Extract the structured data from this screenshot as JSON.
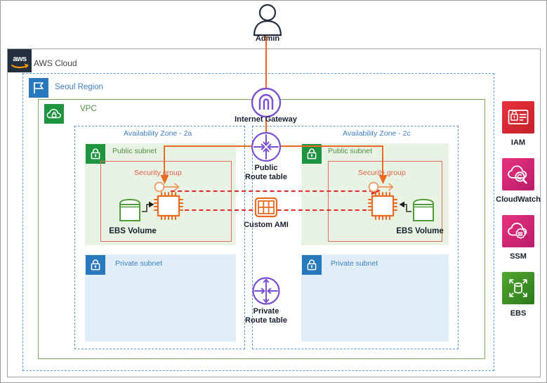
{
  "diagram": {
    "title": "AWS Cloud",
    "actor": {
      "label": "Admin",
      "icon": "user-icon"
    },
    "cloud": {
      "label": "AWS Cloud",
      "logo": "aws-logo"
    },
    "region": {
      "label": "Seoul Region",
      "icon": "region-flag-icon",
      "color": "#3f7fbf"
    },
    "vpc": {
      "label": "VPC",
      "icon": "vpc-cloud-lock-icon",
      "color": "#4f8f3f"
    },
    "gateway": {
      "label": "Internet Gateway",
      "icon": "internet-gateway-icon",
      "color": "#7b4fd4"
    },
    "public_route_table": {
      "label_line1": "Public",
      "label_line2": "Route table",
      "icon": "route-table-icon",
      "color": "#7b4fd4"
    },
    "private_route_table": {
      "label_line1": "Private",
      "label_line2": "Route table",
      "icon": "route-table-icon",
      "color": "#7b4fd4"
    },
    "custom_ami": {
      "label": "Custom AMI",
      "icon": "ami-icon",
      "color": "#ea6a21"
    },
    "availability_zones": [
      {
        "label": "Availability Zone - 2a",
        "public_subnet": {
          "label": "Public subnet",
          "icon": "public-subnet-lock-icon"
        },
        "private_subnet": {
          "label": "Private subnet",
          "icon": "private-subnet-lock-icon"
        },
        "security_group": {
          "label": "Security group",
          "color": "#e0604a"
        },
        "instance": {
          "icon": "ec2-instance-icon"
        },
        "volume": {
          "label": "EBS Volume",
          "icon": "ebs-volume-icon"
        }
      },
      {
        "label": "Availability Zone - 2c",
        "public_subnet": {
          "label": "Public subnet",
          "icon": "public-subnet-lock-icon"
        },
        "private_subnet": {
          "label": "Private subnet",
          "icon": "private-subnet-lock-icon"
        },
        "security_group": {
          "label": "Security group",
          "color": "#e0604a"
        },
        "instance": {
          "icon": "ec2-instance-icon"
        },
        "volume": {
          "label": "EBS Volume",
          "icon": "ebs-volume-icon"
        }
      }
    ],
    "services": [
      {
        "label": "IAM",
        "icon": "iam-icon",
        "color": "#e8323c"
      },
      {
        "label": "CloudWatch",
        "icon": "cloudwatch-icon",
        "color": "#e8337f"
      },
      {
        "label": "SSM",
        "icon": "ssm-icon",
        "color": "#e8337f"
      },
      {
        "label": "EBS",
        "icon": "ebs-icon",
        "color": "#4fa72e"
      }
    ],
    "colors": {
      "orange_flow": "#ea6a21",
      "red_dashed_flow": "#e12a2a",
      "region_blue": "#5a9bd5",
      "vpc_green": "#7aa95c",
      "subnet_green_bg": "#e9f3e4",
      "subnet_blue_bg": "#dfeef8"
    }
  }
}
